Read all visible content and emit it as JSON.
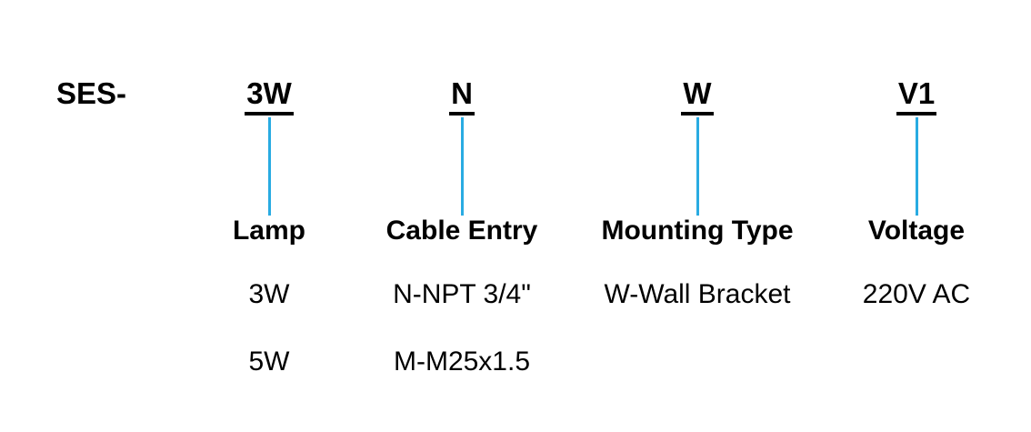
{
  "diagram": {
    "prefix": "SES-",
    "connector_color": "#29ABE2",
    "text_color": "#000000",
    "columns": [
      {
        "code": "3W",
        "label": "Lamp",
        "options": [
          "3W",
          "5W"
        ]
      },
      {
        "code": "N",
        "label": "Cable Entry",
        "options": [
          "N-NPT 3/4\"",
          "M-M25x1.5"
        ]
      },
      {
        "code": "W",
        "label": "Mounting Type",
        "options": [
          "W-Wall Bracket"
        ]
      },
      {
        "code": "V1",
        "label": "Voltage",
        "options": [
          "220V AC"
        ]
      }
    ]
  }
}
